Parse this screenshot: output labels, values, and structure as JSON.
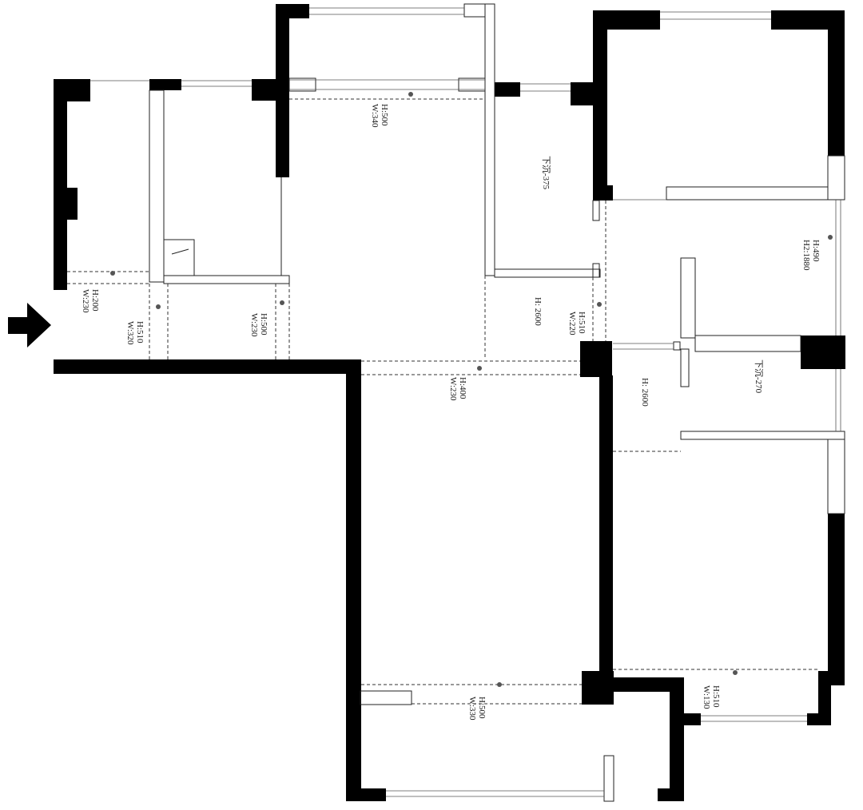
{
  "labels": {
    "beam_a": [
      "H:500",
      "W:340"
    ],
    "beam_b": [
      "H:200",
      "W:230"
    ],
    "beam_c": [
      "H:510",
      "W:320"
    ],
    "beam_d": [
      "H:500",
      "W:230"
    ],
    "sunken_375": [
      "下沉-375"
    ],
    "height_2600_a": [
      "H:  2600"
    ],
    "beam_e": [
      "H:510",
      "W:220"
    ],
    "beam_f": [
      "H:490",
      "H2:1880"
    ],
    "beam_g": [
      "H:400",
      "W:230"
    ],
    "sunken_270": [
      "下沉-270"
    ],
    "height_2600_b": [
      "H:  2600"
    ],
    "beam_h": [
      "H:500",
      "W:330"
    ],
    "beam_i": [
      "H:510",
      "W:130"
    ]
  },
  "entrance": "entrance-arrow-icon"
}
